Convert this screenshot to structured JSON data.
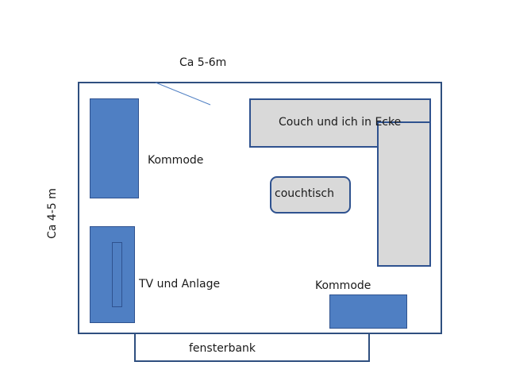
{
  "plan": {
    "width_label": "Ca 5-6m",
    "height_label": "Ca 4-5 m",
    "furniture": {
      "kommode_left": "Kommode",
      "tv": "TV und Anlage",
      "couch": "Couch und ich in Ecke",
      "couchtisch": "couchtisch",
      "kommode_right": "Kommode",
      "fensterbank": "fensterbank"
    }
  },
  "colors": {
    "walls": "#2f4f7f",
    "cabinet_fill": "#4f7fc3",
    "cabinet_border": "#2f528f",
    "sofa_fill": "#d9d9d9"
  }
}
